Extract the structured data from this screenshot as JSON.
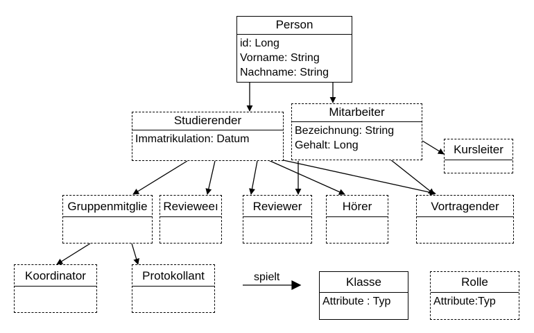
{
  "classes": {
    "person": {
      "name": "Person",
      "attributes": [
        "id: Long",
        "Vorname: String",
        "Nachname: String"
      ]
    },
    "studierender": {
      "name": "Studierender",
      "attributes": [
        "Immatrikulation: Datum"
      ]
    },
    "mitarbeiter": {
      "name": "Mitarbeiter",
      "attributes": [
        "Bezeichnung: String",
        "Gehalt: Long"
      ]
    },
    "kursleiter": {
      "name": "Kursleiter",
      "attributes": []
    },
    "gruppenmitglied": {
      "name": "Gruppenmitglie",
      "attributes": []
    },
    "reviewee": {
      "name": "Revieweeı",
      "attributes": []
    },
    "reviewer": {
      "name": "Reviewer",
      "attributes": []
    },
    "hoerer": {
      "name": "Hörer",
      "attributes": []
    },
    "vortragender": {
      "name": "Vortragender",
      "attributes": []
    },
    "koordinator": {
      "name": "Koordinator",
      "attributes": []
    },
    "protokollant": {
      "name": "Protokollant",
      "attributes": []
    }
  },
  "legend": {
    "spielt_label": "spielt",
    "klasse": {
      "name": "Klasse",
      "attribute": "Attribute : Typ"
    },
    "rolle": {
      "name": "Rolle",
      "attribute": "Attribute:Typ"
    }
  }
}
